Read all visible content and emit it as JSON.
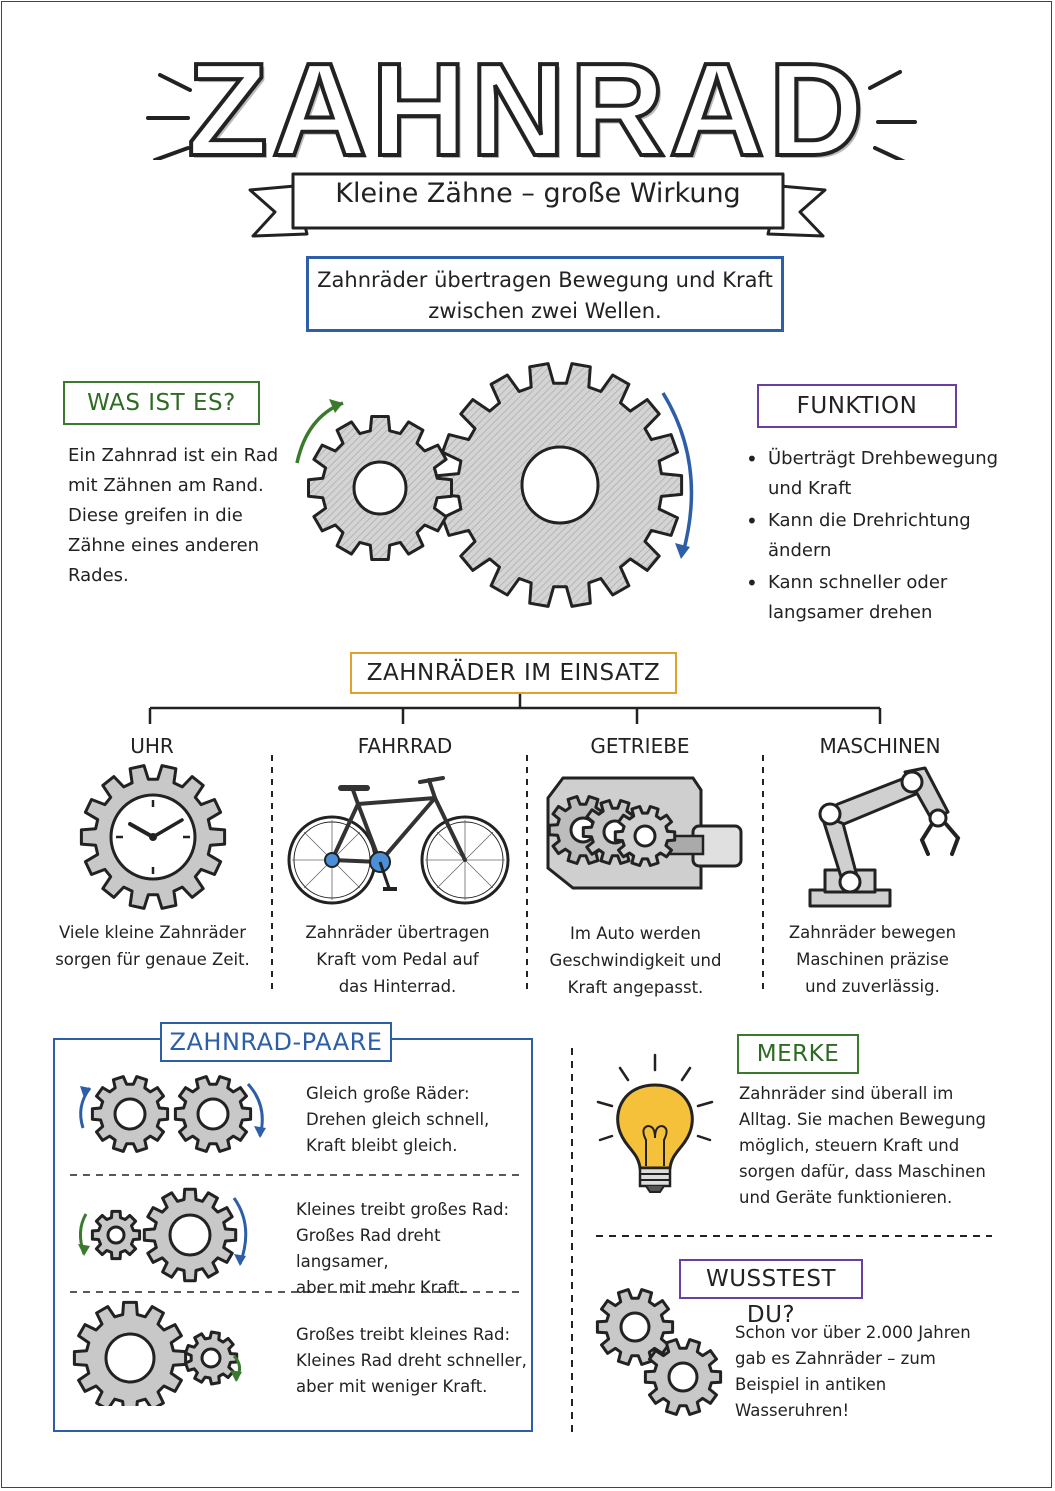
{
  "header": {
    "title": "ZAHNRAD",
    "subtitle": "Kleine Zähne – große Wirkung",
    "intro_line1": "Zahnräder übertragen Bewegung und Kraft",
    "intro_line2": "zwischen zwei Wellen."
  },
  "was_ist_es": {
    "heading": "WAS IST ES?",
    "lines": [
      "Ein Zahnrad ist ein Rad",
      "mit Zähnen am Rand.",
      "Diese greifen in die",
      "Zähne eines anderen",
      "Rades."
    ]
  },
  "funktion": {
    "heading": "FUNKTION",
    "items": [
      {
        "line1": "Überträgt Drehbewegung",
        "line2": "und Kraft"
      },
      {
        "line1": "Kann die Drehrichtung",
        "line2": "ändern"
      },
      {
        "line1": "Kann schneller oder",
        "line2": "langsamer drehen"
      }
    ]
  },
  "einsatz": {
    "heading": "ZAHNRÄDER IM EINSATZ",
    "columns": [
      {
        "title": "UHR",
        "lines": [
          "Viele kleine Zahnräder",
          "sorgen für genaue Zeit."
        ]
      },
      {
        "title": "FAHRRAD",
        "lines": [
          "Zahnräder übertragen",
          "Kraft vom Pedal auf",
          "das Hinterrad."
        ]
      },
      {
        "title": "GETRIEBE",
        "lines": [
          "Im Auto werden",
          "Geschwindigkeit und",
          "Kraft angepasst."
        ]
      },
      {
        "title": "MASCHINEN",
        "lines": [
          "Zahnräder bewegen",
          "Maschinen präzise",
          "und zuverlässig."
        ]
      }
    ]
  },
  "paare": {
    "heading": "ZAHNRAD-PAARE",
    "rows": [
      {
        "lines": [
          "Gleich große Räder:",
          "Drehen gleich schnell,",
          "Kraft bleibt gleich."
        ]
      },
      {
        "lines": [
          "Kleines treibt großes Rad:",
          "Großes Rad dreht langsamer,",
          "aber mit mehr Kraft."
        ]
      },
      {
        "lines": [
          "Großes treibt kleines Rad:",
          "Kleines Rad dreht schneller,",
          "aber mit weniger Kraft."
        ]
      }
    ]
  },
  "merke": {
    "heading": "MERKE",
    "lines": [
      "Zahnräder sind überall im",
      "Alltag. Sie machen Bewegung",
      "möglich, steuern Kraft und",
      "sorgen dafür, dass Maschinen",
      "und Geräte funktionieren."
    ]
  },
  "wusstest": {
    "heading": "WUSSTEST DU?",
    "lines": [
      "Schon vor über 2.000 Jahren",
      "gab es Zahnräder – zum",
      "Beispiel in antiken",
      "Wasseruhren!"
    ]
  },
  "colors": {
    "green": "#3b7a2e",
    "blue": "#2d5fa8",
    "purple": "#6b3fa0",
    "orange": "#e2a22a",
    "gear_fill": "#c8c8c8",
    "bulb": "#f5c03a"
  }
}
